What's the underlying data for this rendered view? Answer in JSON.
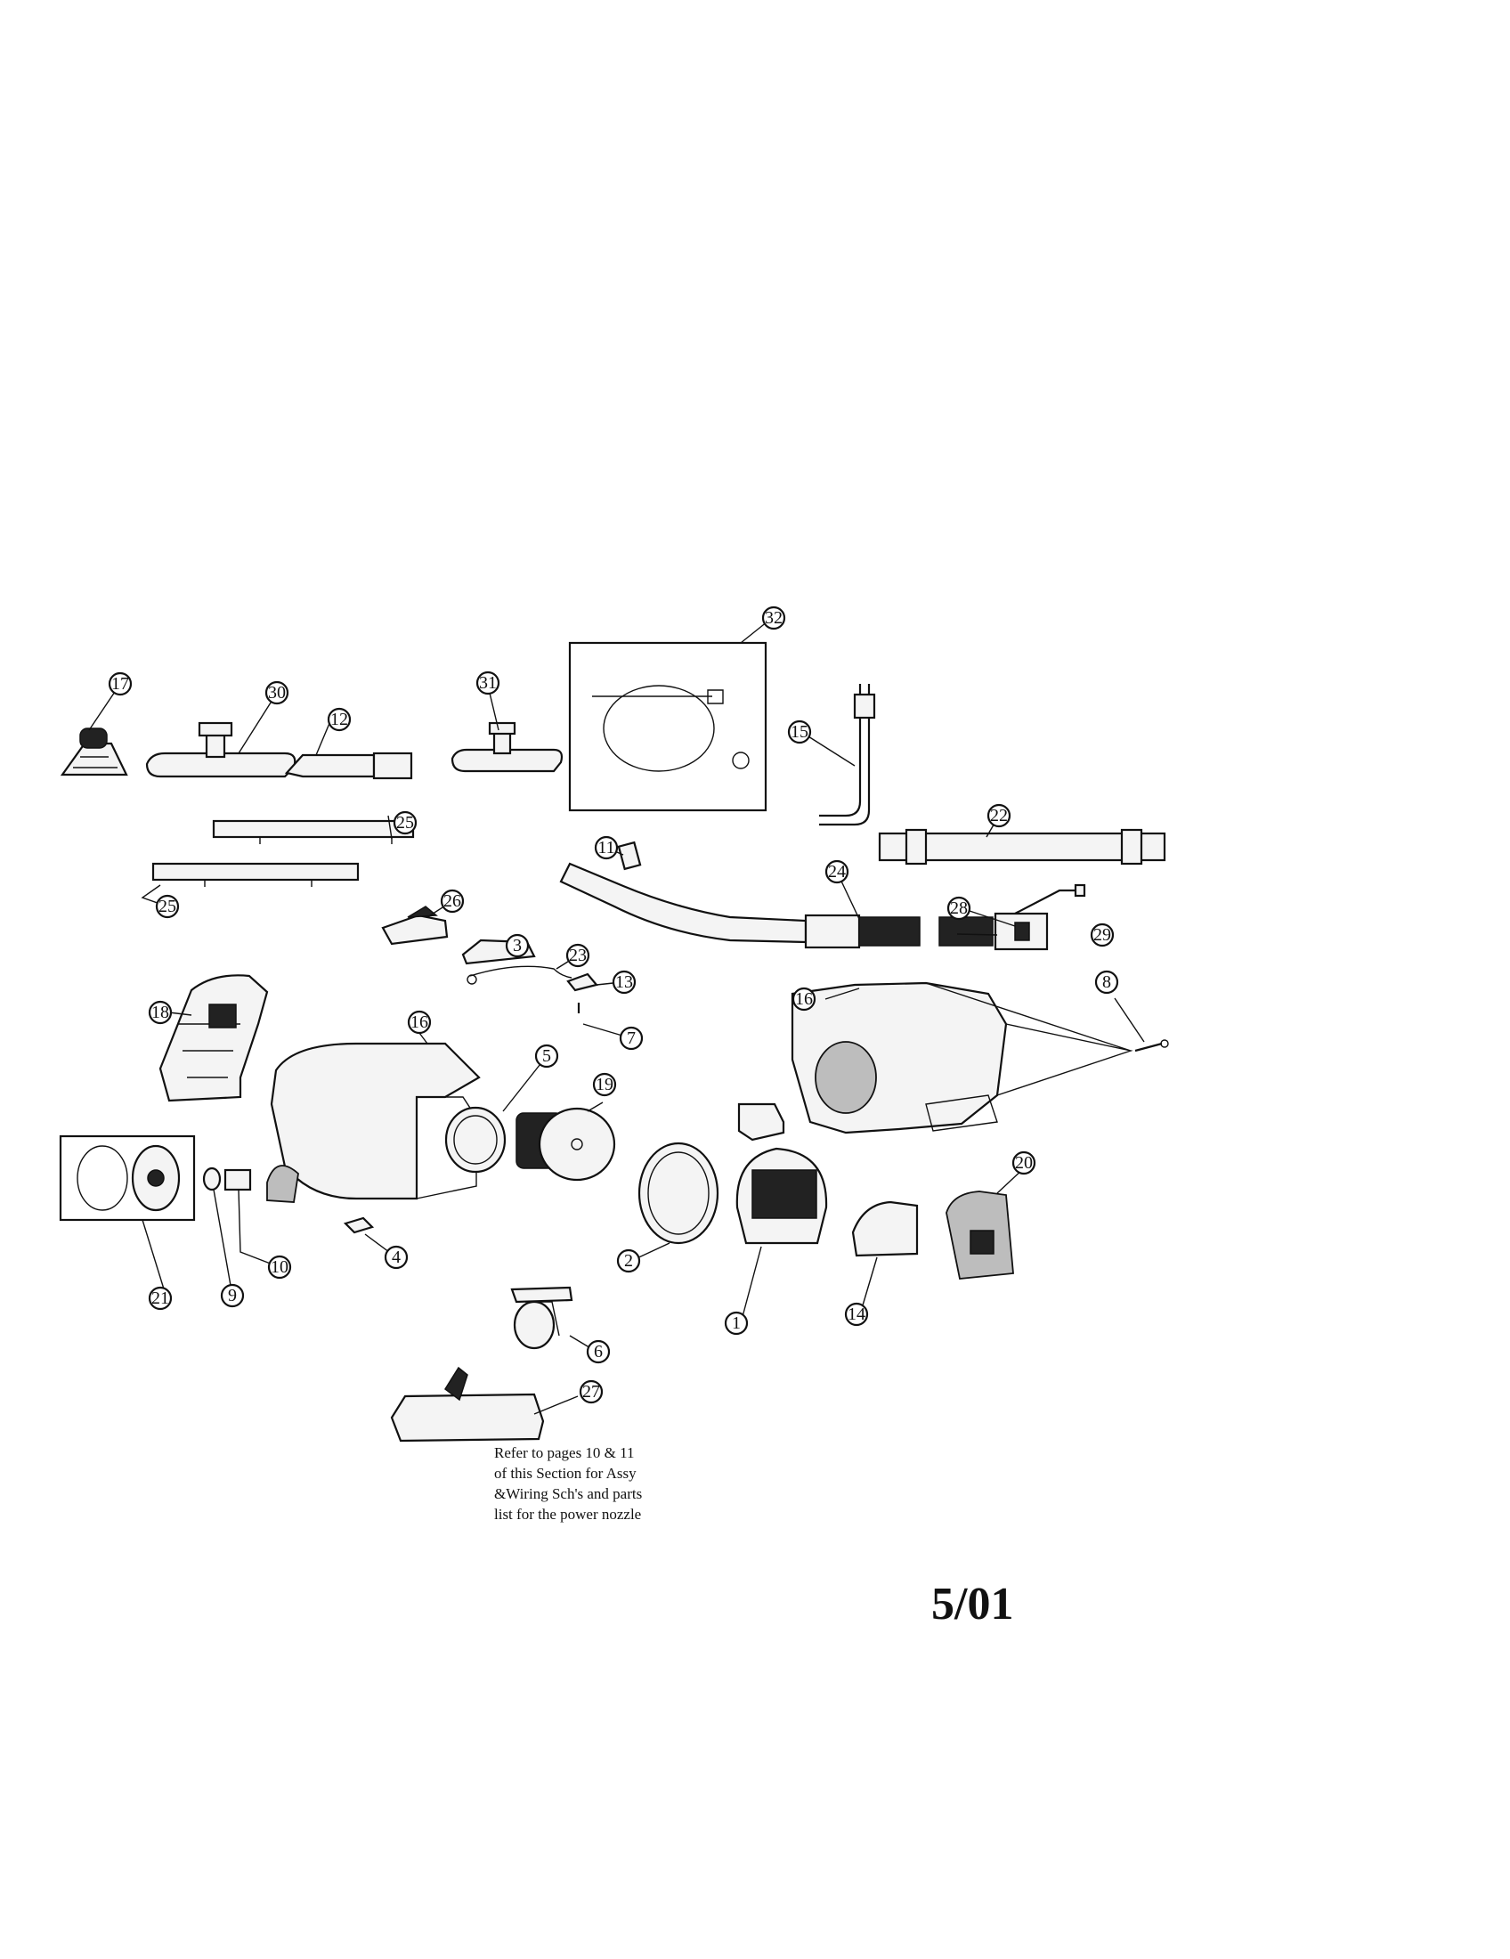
{
  "callouts": [
    "1",
    "2",
    "3",
    "4",
    "5",
    "6",
    "7",
    "8",
    "9",
    "10",
    "11",
    "12",
    "13",
    "14",
    "15",
    "16",
    "17",
    "18",
    "19",
    "20",
    "21",
    "22",
    "23",
    "24",
    "25",
    "26",
    "27",
    "28",
    "29",
    "30",
    "31",
    "32"
  ],
  "note": {
    "line1": "Refer to pages 10 & 11",
    "line2": "of this Section for Assy",
    "line3": "&Wiring Sch's  and parts",
    "line4": "list for the power nozzle"
  },
  "date_code": "5/01"
}
